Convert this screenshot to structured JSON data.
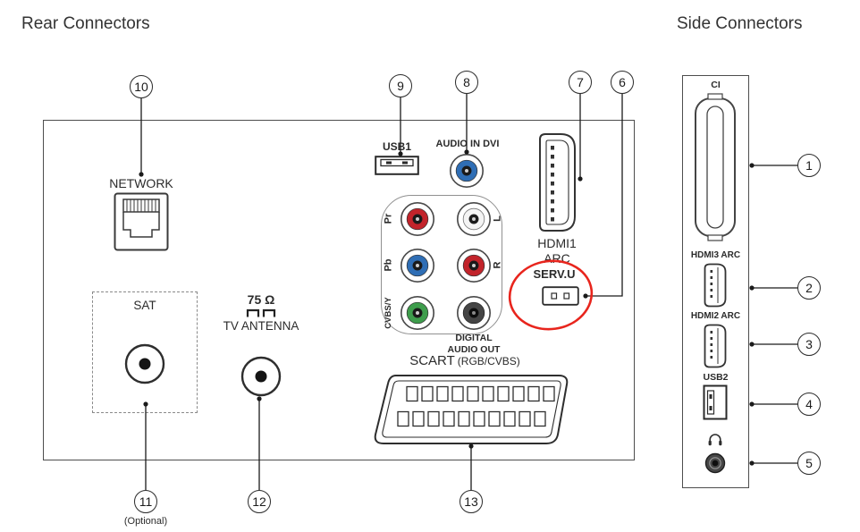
{
  "titles": {
    "rear": "Rear Connectors",
    "side": "Side Connectors"
  },
  "callouts": {
    "n1": "1",
    "n2": "2",
    "n3": "3",
    "n4": "4",
    "n5": "5",
    "n6": "6",
    "n7": "7",
    "n8": "8",
    "n9": "9",
    "n10": "10",
    "n11": "11",
    "n12": "12",
    "n13": "13",
    "optional_note": "(Optional)"
  },
  "rear": {
    "network": "NETWORK",
    "usb1": "USB1",
    "audio_in_dvi": "AUDIO IN DVI",
    "hdmi1": "HDMI1",
    "hdmi1_arc": "ARC",
    "serv_u": "SERV.U",
    "pr": "Pr",
    "pb": "Pb",
    "cvbs_y": "CVBS/Y",
    "audio_l": "L",
    "audio_r": "R",
    "digital_line1": "DIGITAL",
    "digital_line2": "AUDIO OUT",
    "sat": "SAT",
    "ohm": "75 Ω",
    "tv_antenna": "TV ANTENNA",
    "scart": "SCART",
    "scart_mode": "(RGB/CVBS)"
  },
  "side": {
    "ci": "CI",
    "hdmi3": "HDMI3 ARC",
    "hdmi2": "HDMI2 ARC",
    "usb2": "USB2"
  },
  "colors": {
    "component_pr_red": "#c2242b",
    "component_pb_blue": "#2f6eb5",
    "component_cvbs_green": "#3e9d4c",
    "audio_l_white": "#f4f4f4",
    "audio_r_red": "#c2242b",
    "digital_coax_dark": "#454545",
    "audio_in_dvi_blue": "#2f6eb5",
    "annotation_red": "#e8251d"
  }
}
